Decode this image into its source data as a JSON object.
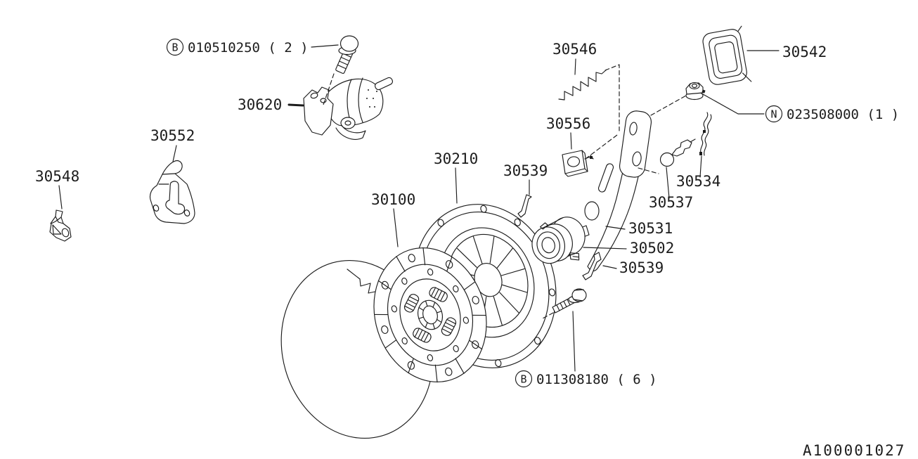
{
  "diagram": {
    "type": "parts-diagram",
    "subject": "clutch release assembly exploded view",
    "background_color": "#ffffff",
    "line_color": "#1c1c1c",
    "drawing_code": "A100001027",
    "callouts": {
      "bolt_release_cyl": {
        "badge": "B",
        "label": "010510250 ( 2 )"
      },
      "release_cylinder": {
        "label": "30620"
      },
      "bracket_upper": {
        "label": "30552"
      },
      "bracket_lower": {
        "label": "30548"
      },
      "clutch_cover": {
        "label": "30210"
      },
      "clip_upper": {
        "label": "30539"
      },
      "clutch_disc": {
        "label": "30100"
      },
      "spring": {
        "label": "30546"
      },
      "holder_plate": {
        "label": "30556"
      },
      "boot": {
        "label": "30542"
      },
      "nut": {
        "badge": "N",
        "label": "023508000 (1 )"
      },
      "clip_straight": {
        "label": "30534"
      },
      "pivot": {
        "label": "30537"
      },
      "release_fork": {
        "label": "30531"
      },
      "release_bearing": {
        "label": "30502"
      },
      "clip_lower": {
        "label": "30539"
      },
      "bolt_cover": {
        "badge": "B",
        "label": "011308180 ( 6 )"
      }
    }
  }
}
